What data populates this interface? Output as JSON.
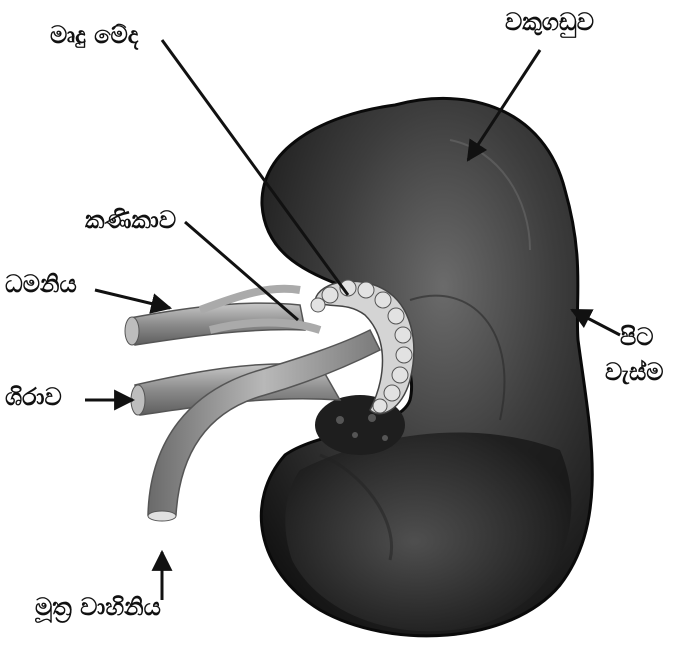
{
  "labels": {
    "renal_fat": "මෘදු මේද",
    "kidney": "වකුගඩුව",
    "renal_tubule": "කණිකාව",
    "artery": "ධමනිය",
    "vein": "ශිරාව",
    "back_line1": "පිට",
    "back_line2": "වැස්ම",
    "ureter": "මූත්‍ර වාහිනිය"
  },
  "colors": {
    "kidney_dark": "#1a1a1a",
    "kidney_mid": "#4a4a4a",
    "kidney_light": "#8a8a8a",
    "vessel": "#9a9a9a",
    "fat": "#d8d8d8",
    "ink": "#111111"
  }
}
